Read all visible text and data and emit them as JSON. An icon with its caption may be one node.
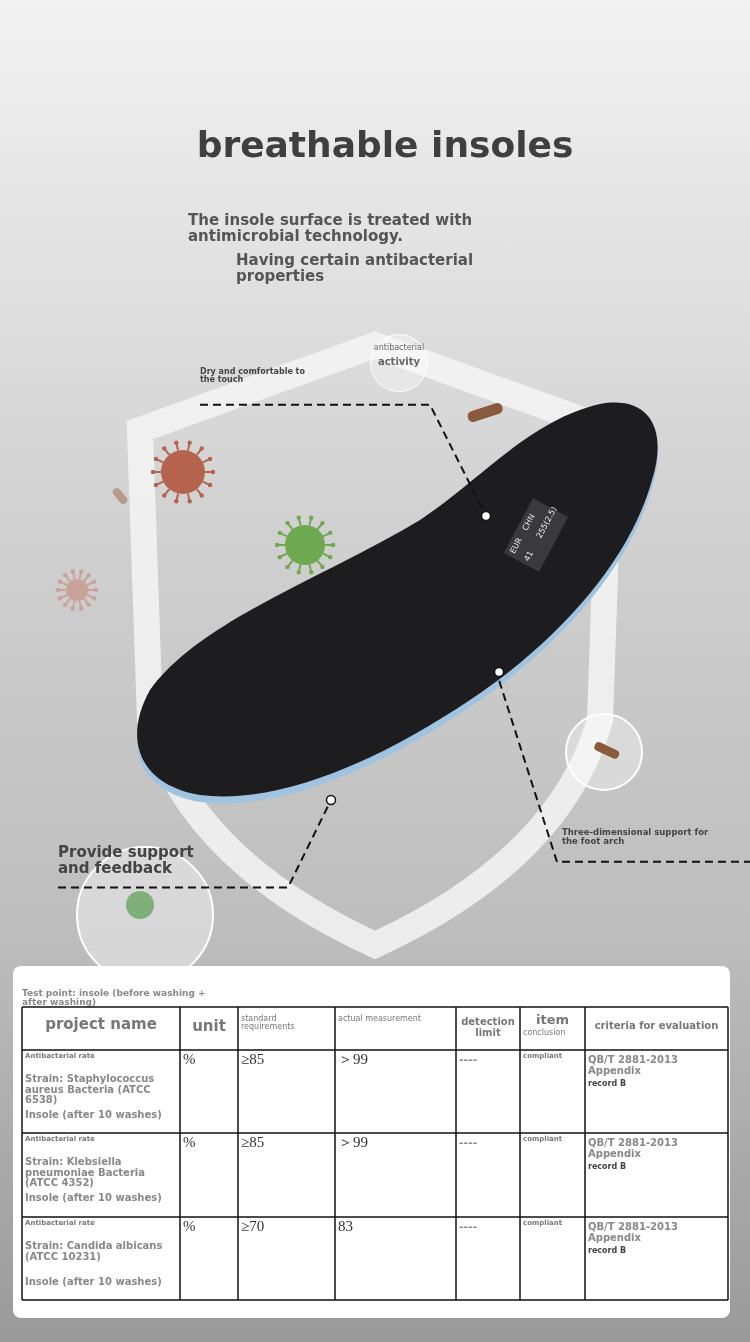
{
  "diagram": {
    "title": "breathable insoles",
    "nodes": [
      {
        "text": [
          "antibacterial",
          "activity"
        ]
      },
      {
        "text": [
          "Dry and comfortable to the touch"
        ]
      },
      {
        "text": [],
        "shape": "picture"
      },
      {
        "text": [
          "Provide support and feedback"
        ]
      },
      {
        "text": [
          "Three-dimensional support for the foot arch"
        ]
      }
    ],
    "edges": [
      {
        "from": 1,
        "to": 2,
        "arrow": "none",
        "style": "dashed"
      },
      {
        "from": 3,
        "to": 2,
        "arrow": "none",
        "style": "dashed"
      },
      {
        "from": 4,
        "to": 2,
        "arrow": "none",
        "style": "dashed"
      }
    ],
    "labels": [
      "The insole surface is treated with antimicrobial technology.",
      "Having certain antibacterial properties",
      "EUR",
      "41",
      "CHN",
      "255(2.5)",
      "Test point: insole (before washing + after washing)",
      "project name",
      "unit",
      "standard requirements",
      "actual measurement",
      "detection limit",
      "item",
      "conclusion",
      "criteria for evaluation",
      "Antibacterial rate",
      "Strain: Staphylococcus aureus Bacteria (ATCC 6538)",
      "Insole (after 10 washes)",
      "%",
      "≥85",
      "＞99",
      "----",
      "compliant",
      "QB/T 2881-2013 Appendix",
      "record B",
      "Antibacterial rate",
      "Strain: Klebsiella pneumoniae Bacteria (ATCC 4352)",
      "Insole (after 10 washes)",
      "%",
      "≥85",
      "＞99",
      "----",
      "compliant",
      "QB/T 2881-2013 Appendix",
      "record B",
      "Antibacterial rate",
      "Strain: Candida albicans (ATCC 10231)",
      "Insole (after 10 washes)",
      "%",
      "≥70",
      "83",
      "----",
      "compliant",
      "QB/T 2881-2013 Appendix",
      "record B"
    ]
  }
}
